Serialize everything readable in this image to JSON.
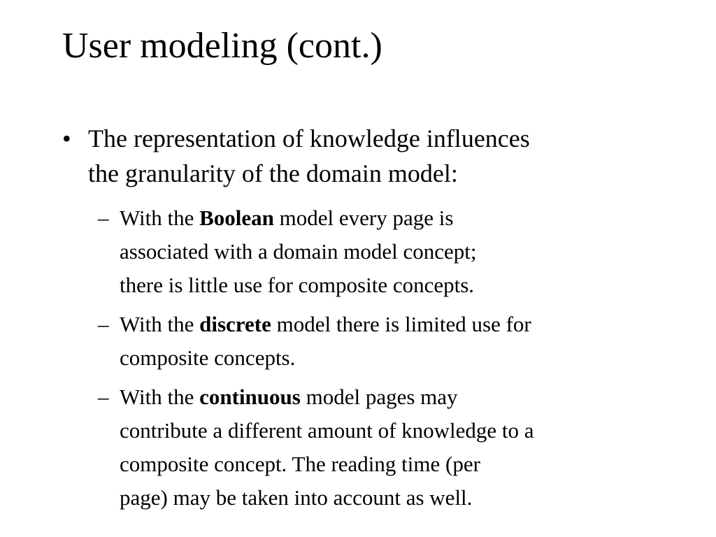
{
  "slide": {
    "title": "User modeling (cont.)",
    "bullet": {
      "marker": "•",
      "lines": [
        "The representation of knowledge influences",
        "the granularity of the domain model:"
      ]
    },
    "sub_marker": "–",
    "sub_items": [
      {
        "prefix": "With the ",
        "bold": "Boolean",
        "rest": " model every page is",
        "lines": [
          "associated with a domain model concept;",
          "there is little use for composite concepts."
        ]
      },
      {
        "prefix": "With the ",
        "bold": "discrete",
        "rest": " model there is limited use for",
        "lines": [
          "composite concepts."
        ]
      },
      {
        "prefix": "With the ",
        "bold": "continuous",
        "rest": " model pages may",
        "lines": [
          "contribute a different amount of knowledge to a",
          "composite concept.  The reading time (per",
          "page) may be taken into account as well."
        ]
      }
    ]
  }
}
